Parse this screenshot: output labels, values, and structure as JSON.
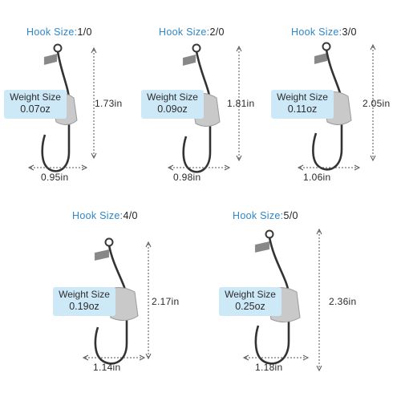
{
  "hook_size_label": "Hook Size:",
  "weight_size_label": "Weight Size",
  "hooks": [
    {
      "size": "1/0",
      "weight": "0.07oz",
      "length": "1.73in",
      "width": "0.95in"
    },
    {
      "size": "2/0",
      "weight": "0.09oz",
      "length": "1.81in",
      "width": "0.98in"
    },
    {
      "size": "3/0",
      "weight": "0.11oz",
      "length": "2.05in",
      "width": "1.06in"
    },
    {
      "size": "4/0",
      "weight": "0.19oz",
      "length": "2.17in",
      "width": "1.14in"
    },
    {
      "size": "5/0",
      "weight": "0.25oz",
      "length": "2.36in",
      "width": "1.18in"
    }
  ],
  "colors": {
    "label_blue": "#2f86c9",
    "weight_box": "#cde9f8",
    "hook_metal": "#3a3a3a",
    "lead_weight": "#c9c9c9"
  }
}
